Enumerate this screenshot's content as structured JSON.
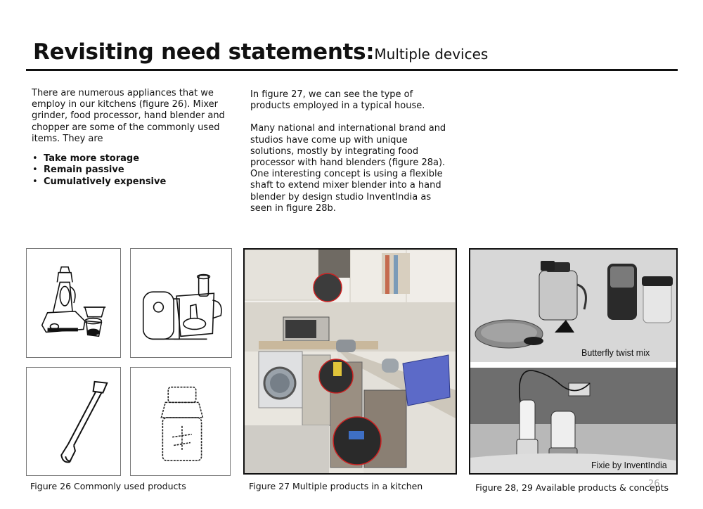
{
  "title": {
    "main": "Revisiting need statements:",
    "sub": "Multiple devices"
  },
  "left_column": {
    "paragraph": "There are numerous appliances that we employ in our kitchens (figure 26). Mixer grinder, food processor, hand blender and chopper are some of the commonly used items. They are",
    "bullets": [
      "Take more storage",
      "Remain passive",
      "Cumulatively expensive"
    ]
  },
  "right_column": {
    "paragraph1": "In figure 27, we can see the type of products employed in a typical house.",
    "paragraph2": "Many national and international brand and studios have come up with unique solutions, mostly by integrating food processor with hand blenders (figure 28a). One interesting concept is using a flexible shaft to extend mixer blender into a hand blender by design studio InventIndia as seen in figure 28b."
  },
  "figures": {
    "product_labels": {
      "top": "Butterfly twist mix",
      "bottom": "Fixie by InventIndia"
    }
  },
  "captions": {
    "fig26": "Figure 26 Commonly used products",
    "fig27": "Figure 27 Multiple products in a kitchen",
    "fig28": "Figure 28, 29 Available products & concepts"
  },
  "page_number": "26"
}
